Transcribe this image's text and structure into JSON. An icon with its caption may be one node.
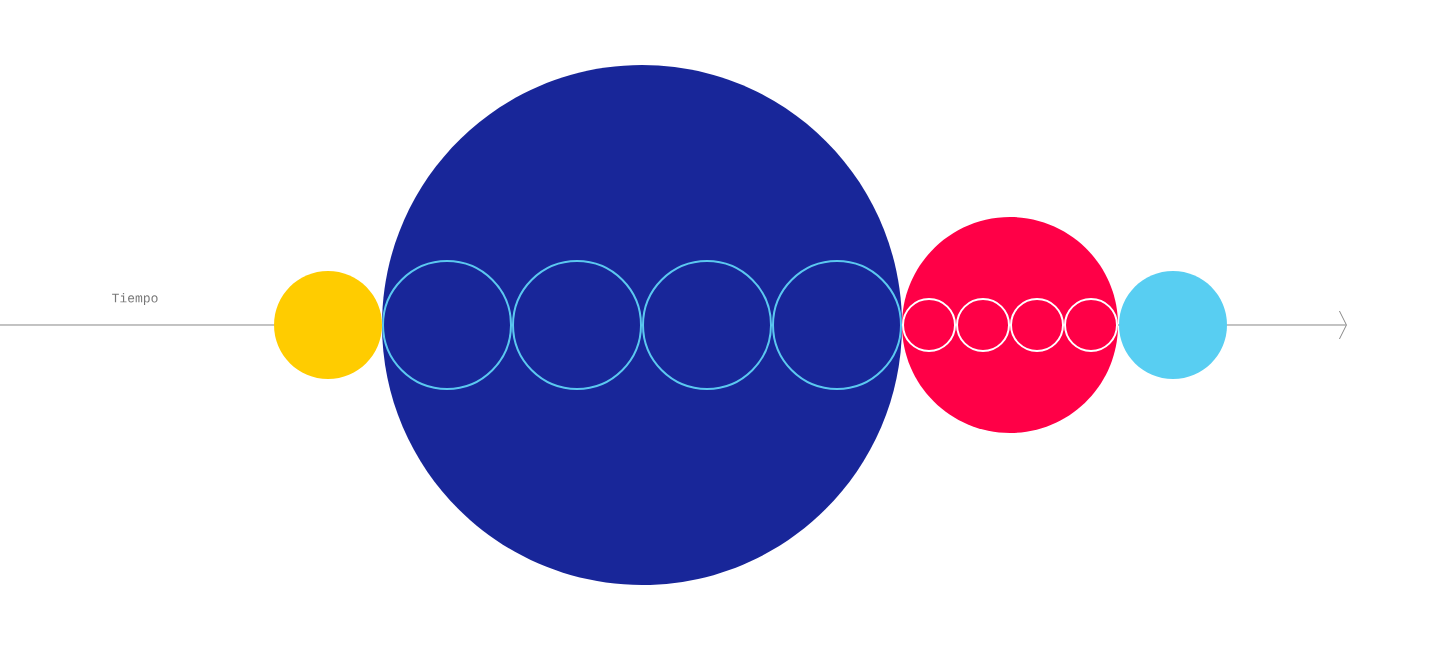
{
  "diagram": {
    "nodes": [
      {
        "text": [],
        "shape": "circle"
      },
      {
        "text": [],
        "shape": "circle"
      },
      {
        "text": [],
        "shape": "circle",
        "in": 1
      },
      {
        "text": [],
        "shape": "circle",
        "in": 1
      },
      {
        "text": [],
        "shape": "circle",
        "in": 1
      },
      {
        "text": [],
        "shape": "circle",
        "in": 1
      },
      {
        "text": [],
        "shape": "circle"
      },
      {
        "text": [],
        "shape": "circle",
        "in": 6
      },
      {
        "text": [],
        "shape": "circle",
        "in": 6
      },
      {
        "text": [],
        "shape": "circle",
        "in": 6
      },
      {
        "text": [],
        "shape": "circle",
        "in": 6
      },
      {
        "text": [],
        "shape": "circle"
      }
    ],
    "labels": [
      "Tiempo"
    ]
  }
}
